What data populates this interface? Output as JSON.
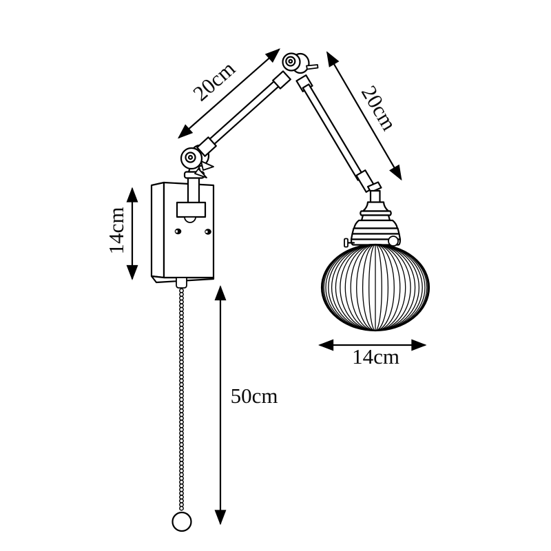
{
  "diagram": {
    "kind": "swing-arm wall lamp dimension drawing",
    "colors": {
      "line": "#000000",
      "background": "#ffffff"
    },
    "dims": {
      "upper_arm": "20cm",
      "forearm": "20cm",
      "wall_plate": "14cm",
      "chain": "50cm",
      "shade": "14cm"
    }
  }
}
